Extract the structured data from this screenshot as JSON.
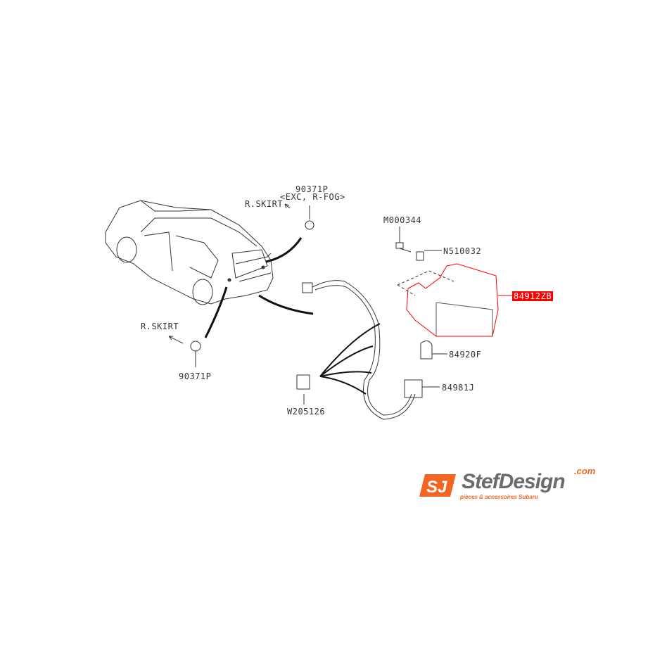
{
  "parts": {
    "clip_upper": "90371P",
    "clip_upper_note": "<EXC, R-FOG>",
    "r_skirt_upper": "R.SKIRT",
    "r_skirt_lower": "R.SKIRT",
    "clip_lower": "90371P",
    "bolt": "M000344",
    "nut": "N510032",
    "fog_lamp": "84912ZB",
    "bulb": "84920F",
    "socket": "84981J",
    "connector": "W205126"
  },
  "highlight_color": "#ff0000",
  "logo": {
    "name": "StefDesign",
    "domain": ".com",
    "tagline": "pièces & accessoires Subaru",
    "brand_color": "#f26522"
  }
}
